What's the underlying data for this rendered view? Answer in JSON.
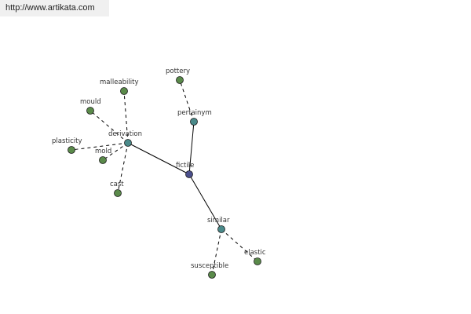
{
  "header": {
    "url": "http://www.artikata.com"
  },
  "colors": {
    "center_node": "#4b4f8c",
    "relation_node": "#4a8a8a",
    "leaf_node": "#5a8a4a",
    "edge": "#000000"
  },
  "graph": {
    "center": "fictile",
    "nodes": [
      {
        "id": "fictile",
        "label": "fictile",
        "kind": "center"
      },
      {
        "id": "pertainym",
        "label": "pertainym",
        "kind": "relation"
      },
      {
        "id": "derivation",
        "label": "derivation",
        "kind": "relation"
      },
      {
        "id": "similar",
        "label": "similar",
        "kind": "relation"
      },
      {
        "id": "pottery",
        "label": "pottery",
        "kind": "leaf"
      },
      {
        "id": "malleability",
        "label": "malleability",
        "kind": "leaf"
      },
      {
        "id": "mould",
        "label": "mould",
        "kind": "leaf"
      },
      {
        "id": "plasticity",
        "label": "plasticity",
        "kind": "leaf"
      },
      {
        "id": "mold",
        "label": "mold",
        "kind": "leaf"
      },
      {
        "id": "cast",
        "label": "cast",
        "kind": "leaf"
      },
      {
        "id": "susceptible",
        "label": "susceptible",
        "kind": "leaf"
      },
      {
        "id": "elastic",
        "label": "elastic",
        "kind": "leaf"
      }
    ],
    "edges": [
      {
        "from": "fictile",
        "to": "pertainym",
        "style": "solid"
      },
      {
        "from": "fictile",
        "to": "derivation",
        "style": "solid"
      },
      {
        "from": "fictile",
        "to": "similar",
        "style": "solid"
      },
      {
        "from": "pertainym",
        "to": "pottery",
        "style": "dashed"
      },
      {
        "from": "derivation",
        "to": "malleability",
        "style": "dashed"
      },
      {
        "from": "derivation",
        "to": "mould",
        "style": "dashed"
      },
      {
        "from": "derivation",
        "to": "plasticity",
        "style": "dashed"
      },
      {
        "from": "derivation",
        "to": "mold",
        "style": "dashed"
      },
      {
        "from": "derivation",
        "to": "cast",
        "style": "dashed"
      },
      {
        "from": "similar",
        "to": "susceptible",
        "style": "dashed"
      },
      {
        "from": "similar",
        "to": "elastic",
        "style": "dashed"
      }
    ]
  }
}
